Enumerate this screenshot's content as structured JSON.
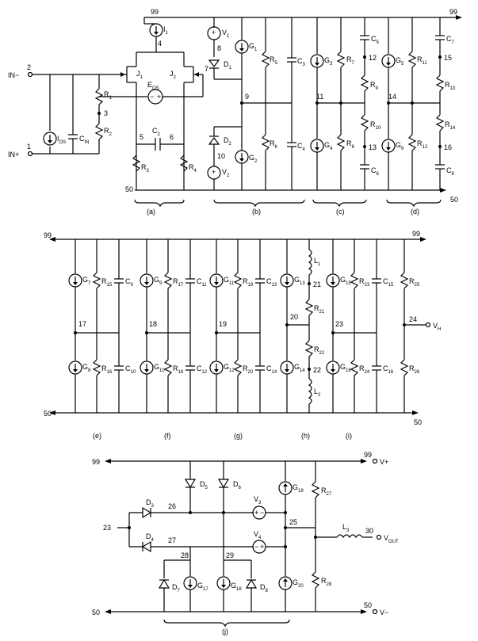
{
  "nets": {
    "n99": "99",
    "n50": "50",
    "in_minus": "2",
    "in_plus": "1",
    "n3": "3",
    "n4": "4",
    "n5": "5",
    "n6": "6",
    "n7": "7",
    "n8": "8",
    "n9": "9",
    "n10": "10",
    "n11": "11",
    "n12": "12",
    "n13": "13",
    "n14": "14",
    "n15": "15",
    "n16": "16",
    "n17": "17",
    "n18": "18",
    "n19": "19",
    "n20": "20",
    "n21": "21",
    "n22": "22",
    "n23": "23",
    "n24": "24",
    "n25": "25",
    "n26": "26",
    "n27": "27",
    "n28": "28",
    "n29": "29",
    "n30": "30"
  },
  "terminals": {
    "in_minus": "IN−",
    "in_plus": "IN+",
    "vh": "V",
    "vh_sub": "H",
    "vplus": "V+",
    "vminus": "V−",
    "vout": "V",
    "vout_sub": "OUT"
  },
  "sections": [
    "(a)",
    "(b)",
    "(c)",
    "(d)",
    "(e)",
    "(f)",
    "(g)",
    "(h)",
    "(i)",
    "(j)"
  ],
  "components": {
    "I": "I",
    "V": "V",
    "D": "D",
    "G": "G",
    "R": "R",
    "C": "C",
    "L": "L",
    "J": "J",
    "E": "E",
    "ios": "OS",
    "cin": "IN",
    "eos": "OS",
    "s1": "1",
    "s2": "2",
    "s3": "3",
    "s4": "4",
    "s5": "5",
    "s6": "6",
    "s7": "7",
    "s8": "8",
    "s9": "9",
    "s10": "10",
    "s11": "11",
    "s12": "12",
    "s13": "13",
    "s14": "14",
    "s15": "15",
    "s16": "16",
    "s17": "17",
    "s18": "18",
    "s19": "19",
    "s20": "20",
    "s21": "21",
    "s22": "22",
    "s23": "23",
    "s24": "24",
    "s25": "25",
    "s26": "26",
    "s27": "27",
    "s28": "28"
  }
}
